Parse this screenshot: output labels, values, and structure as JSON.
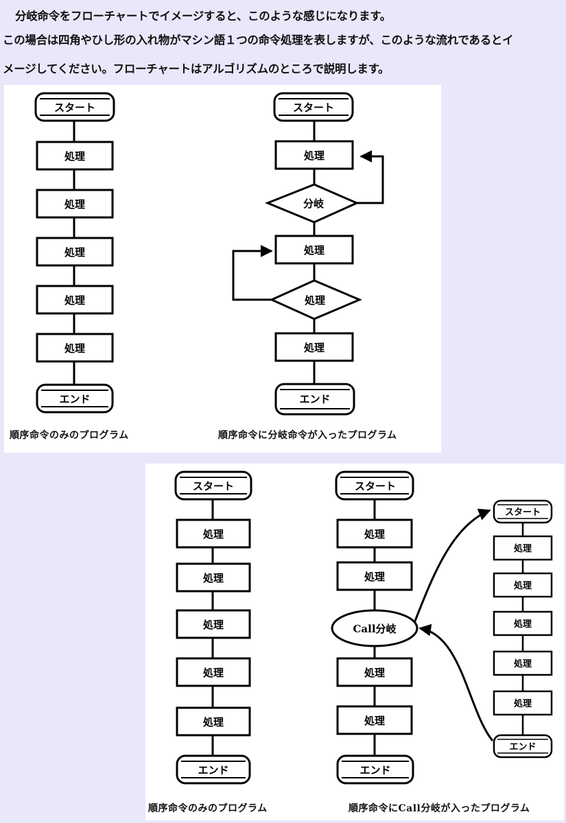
{
  "intro": {
    "line1": "分岐命令をフローチャートでイメージすると、このような感じになります。",
    "line2": "この場合は四角やひし形の入れ物がマシン語１つの命令処理を表しますが、このような流れであるとイ",
    "line3": "メージしてください。フローチャートはアルゴリズムのところで説明します。"
  },
  "labels": {
    "start": "スタート",
    "end": "エンド",
    "process": "処理",
    "branch": "分岐",
    "call_branch": "Call分岐"
  },
  "captions": {
    "sequential_only": "順序命令のみのプログラム",
    "with_branch": "順序命令に分岐命令が入ったプログラム",
    "with_call": "順序命令にCall分岐が入ったプログラム"
  }
}
